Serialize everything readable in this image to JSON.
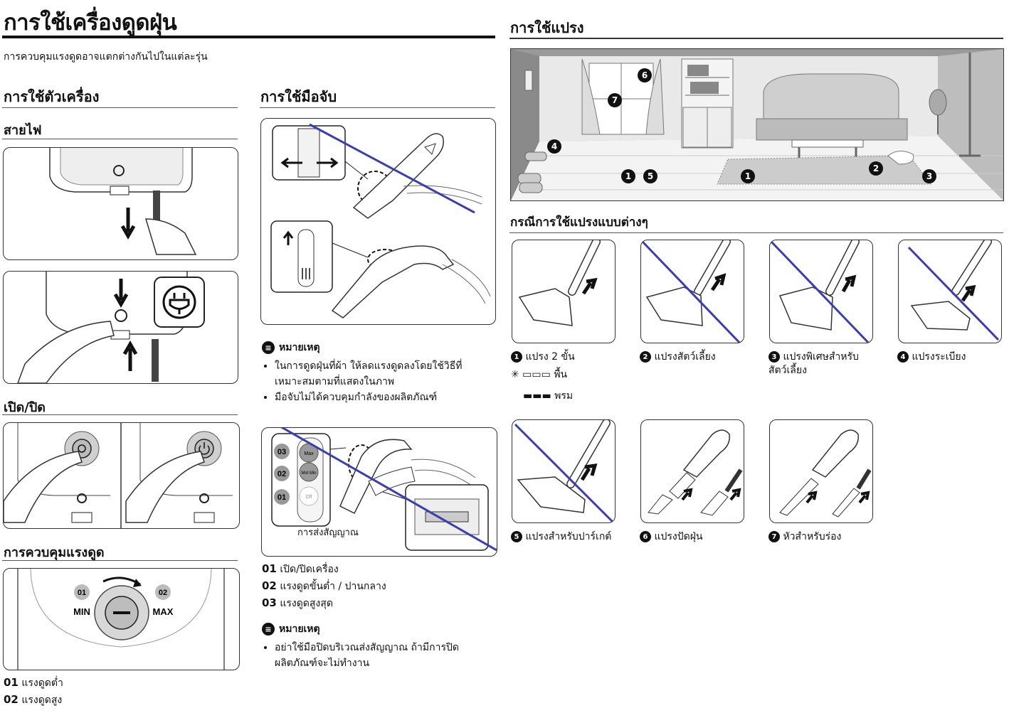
{
  "page": {
    "title": "การใช้เครื่องดูดฝุ่น",
    "subtitle": "การควบคุมแรงดูดอาจแตกต่างกันไปในแต่ละรุ่น"
  },
  "left": {
    "section_title": "การใช้ตัวเครื่อง",
    "power_cord": "สายไฟ",
    "on_off": "เปิด/ปิด",
    "suction_control": "การควบคุมแรงดูด",
    "dial": {
      "left_num": "01",
      "right_num": "02",
      "min": "MIN",
      "max": "MAX"
    },
    "legend": [
      {
        "num": "01",
        "text": "แรงดูดต่ำ"
      },
      {
        "num": "02",
        "text": "แรงดูดสูง"
      }
    ]
  },
  "middle": {
    "section_title": "การใช้มือจับ",
    "note1_title": "หมายเหตุ",
    "note1_items": [
      "ในการดูดฝุ่นที่ผ้า ให้ลดแรงดูดลงโดยใช้วิธีที่เหมาะสมตามที่แสดงในภาพ",
      "มือจับไม่ได้ควบคุมกำลังของผลิตภัณฑ์"
    ],
    "remote": {
      "b1": "03",
      "b2": "02",
      "b3": "01",
      "max": "Max",
      "mid": "Mid Min",
      "off": "Off"
    },
    "signal_label": "การส่งสัญญาณ",
    "legend": [
      {
        "num": "01",
        "text": "เปิด/ปิดเครื่อง"
      },
      {
        "num": "02",
        "text": "แรงดูดขั้นต่ำ / ปานกลาง"
      },
      {
        "num": "03",
        "text": "แรงดูดสูงสุด"
      }
    ],
    "note2_title": "หมายเหตุ",
    "note2_items": [
      "อย่าใช้มือปิดบริเวณส่งสัญญาณ ถ้ามีการปิดผลิตภัณฑ์จะไม่ทำงาน"
    ]
  },
  "right": {
    "section_title": "การใช้แปรง",
    "room_markers": [
      "6",
      "7",
      "4",
      "1",
      "5",
      "1",
      "2",
      "3"
    ],
    "cases_title": "กรณีการใช้แปรงแบบต่างๆ",
    "brushes": [
      {
        "num": "1",
        "label": "แปรง 2 ขั้น"
      },
      {
        "num": "2",
        "label": "แปรงสัตว์เลี้ยง"
      },
      {
        "num": "3",
        "label": "แปรงพิเศษสำหรับสัตว์เลี้ยง"
      },
      {
        "num": "4",
        "label": "แปรงระเบียง"
      },
      {
        "num": "5",
        "label": "แปรงสำหรับปาร์เกต์"
      },
      {
        "num": "6",
        "label": "แปรงปัดฝุ่น"
      },
      {
        "num": "7",
        "label": "หัวสำหรับร่อง"
      }
    ],
    "floor": "พื้น",
    "carpet": "พรม"
  },
  "colors": {
    "strike": "#3a3fb0",
    "marker": "#111111"
  }
}
